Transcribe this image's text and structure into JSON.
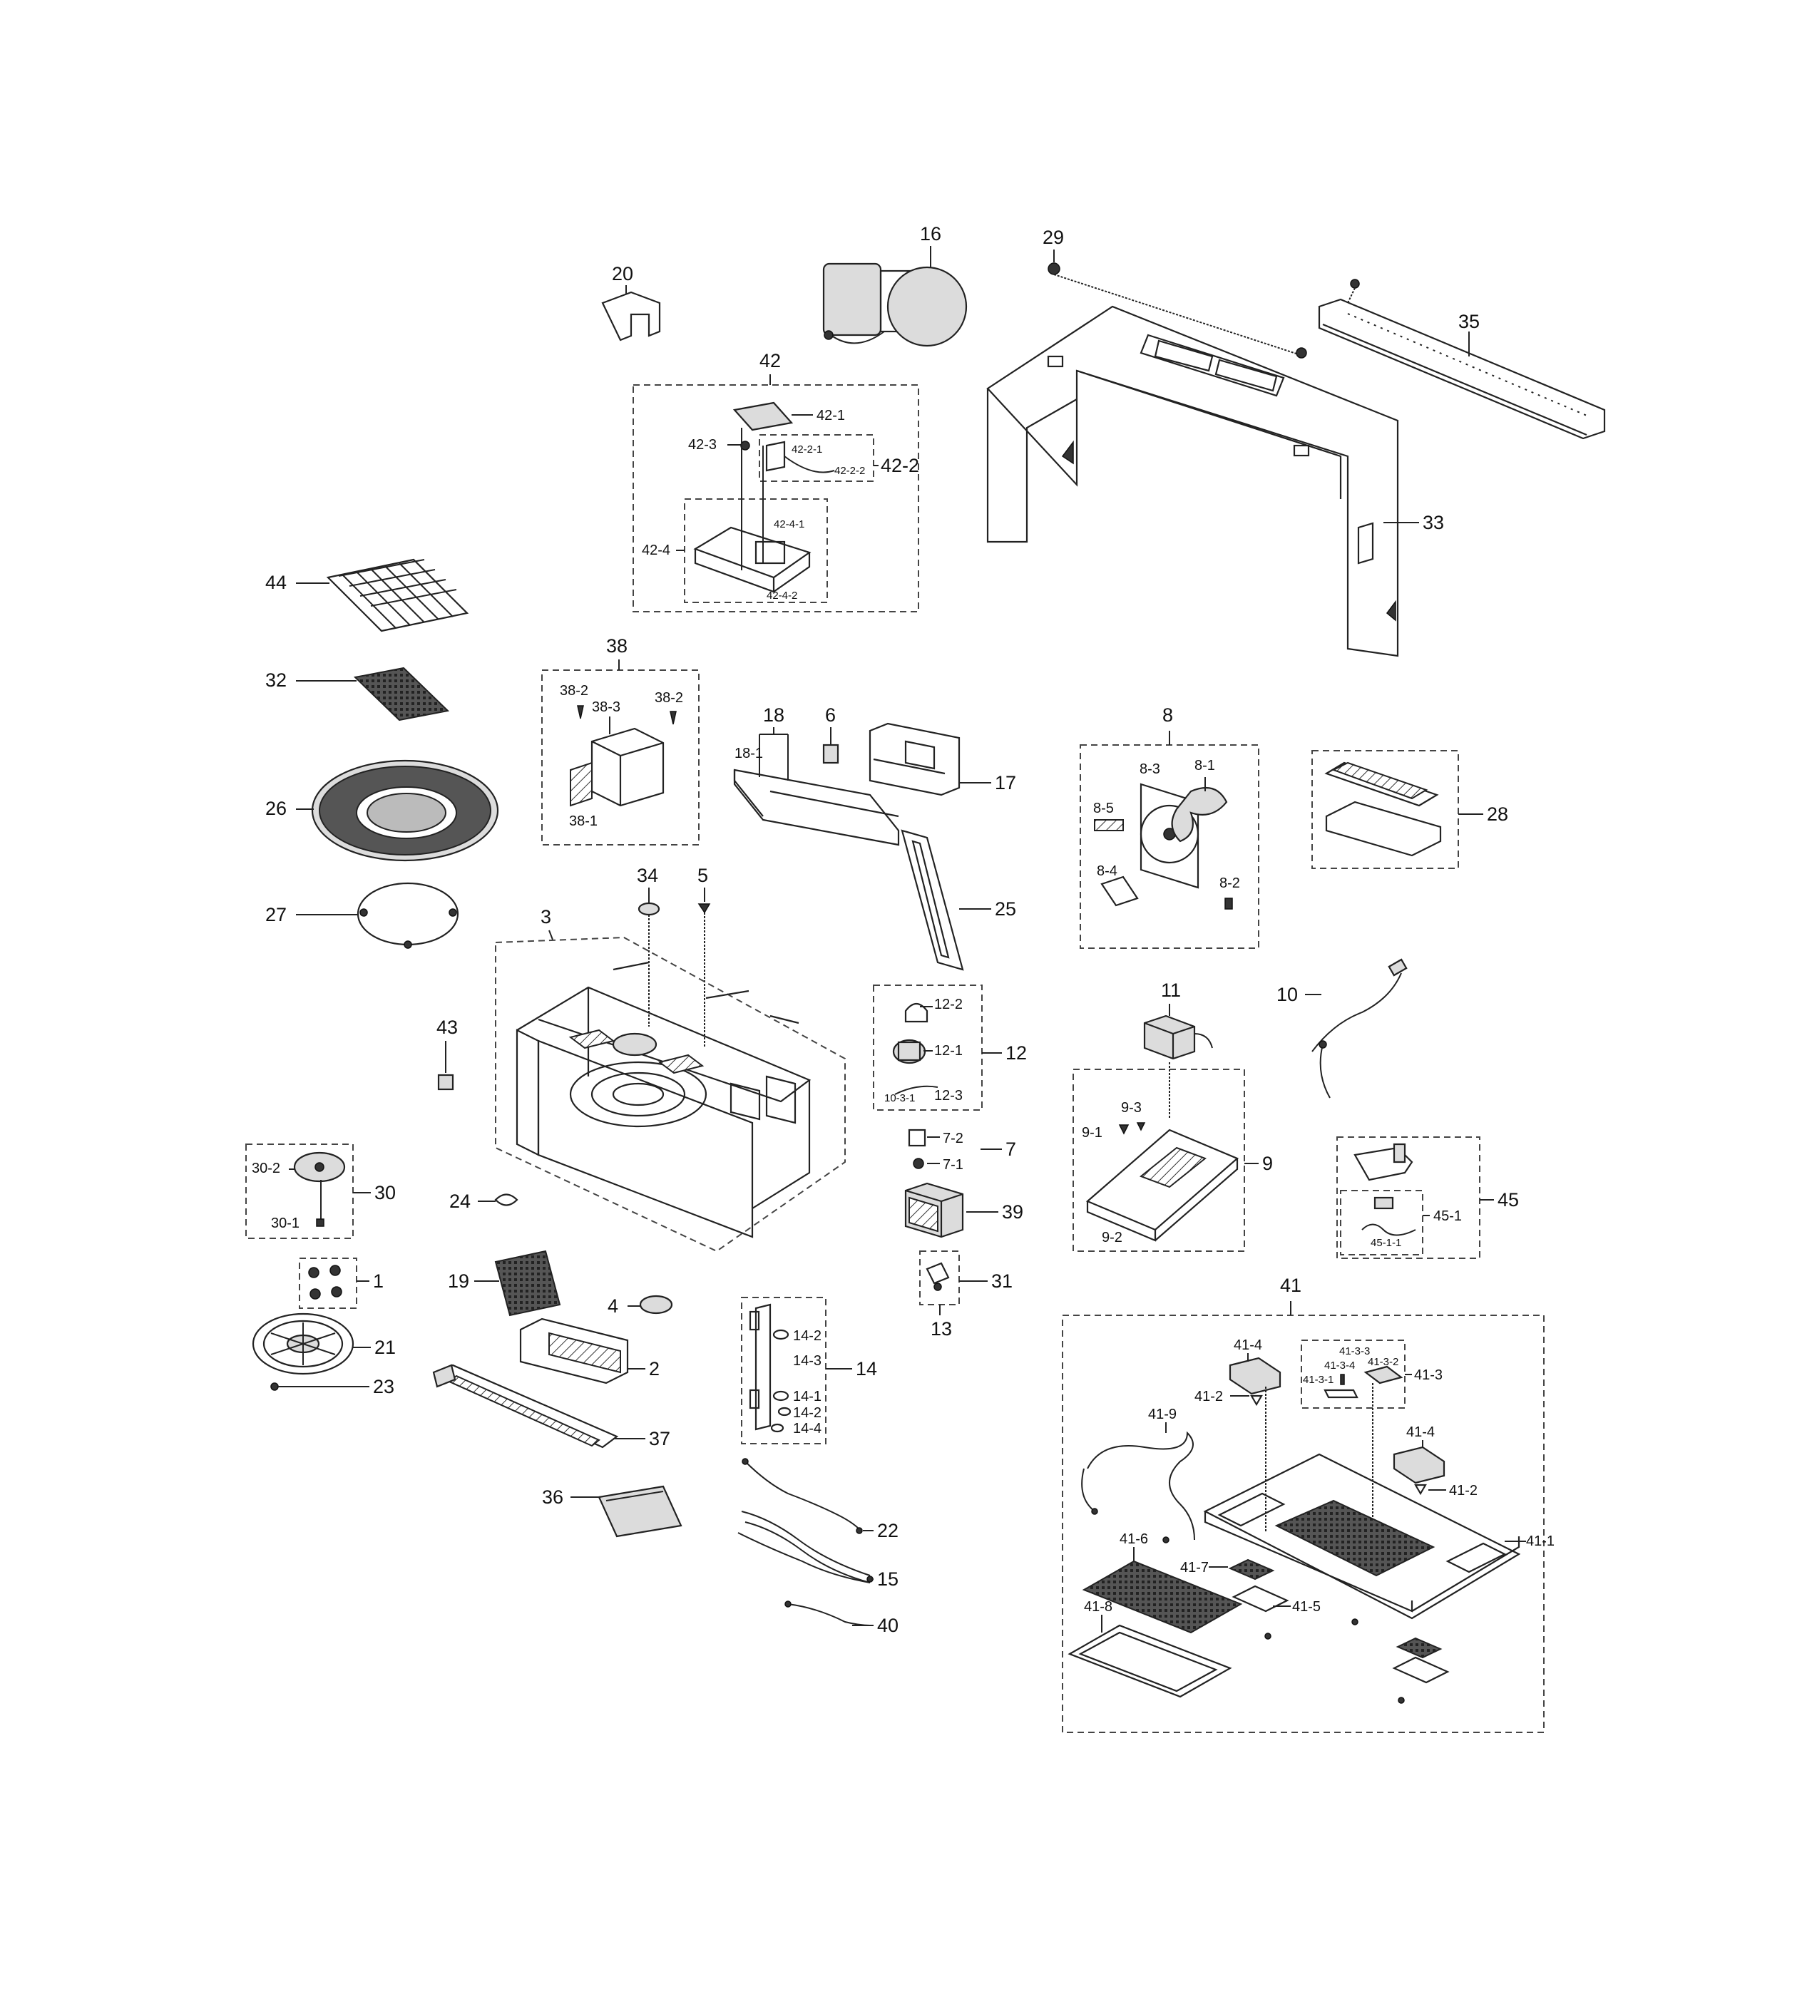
{
  "diagram": {
    "type": "exploded parts diagram",
    "labels": {
      "p16": "16",
      "p29": "29",
      "p20": "20",
      "p35": "35",
      "p42": "42",
      "p42_1": "42-1",
      "p42_3": "42-3",
      "p42_2_1": "42-2-1",
      "p42_2": "42-2",
      "p42_2_2": "42-2-2",
      "p42_4": "42-4",
      "p42_4_1": "42-4-1",
      "p42_4_2": "42-4-2",
      "p33": "33",
      "p44": "44",
      "p32": "32",
      "p38": "38",
      "p38_2a": "38-2",
      "p38_2b": "38-2",
      "p38_3": "38-3",
      "p38_1": "38-1",
      "p18": "18",
      "p18_1": "18-1",
      "p6": "6",
      "p17": "17",
      "p8": "8",
      "p8_1": "8-1",
      "p8_3": "8-3",
      "p8_5": "8-5",
      "p8_4": "8-4",
      "p8_2": "8-2",
      "p28": "28",
      "p26": "26",
      "p25": "25",
      "p34": "34",
      "p5": "5",
      "p27": "27",
      "p3": "3",
      "p11": "11",
      "p10": "10",
      "p12_2": "12-2",
      "p12_1": "12-1",
      "p12": "12",
      "p10_3_1": "10-3-1",
      "p12_3": "12-3",
      "p43": "43",
      "p9_3": "9-3",
      "p9_1": "9-1",
      "p9": "9",
      "p9_2": "9-2",
      "p7_2": "7-2",
      "p7_1": "7-1",
      "p7": "7",
      "p39": "39",
      "p30_2": "30-2",
      "p30": "30",
      "p30_1": "30-1",
      "p24": "24",
      "p45": "45",
      "p45_1": "45-1",
      "p45_1_1": "45-1-1",
      "p1": "1",
      "p19": "19",
      "p31": "31",
      "p13": "13",
      "p41": "41",
      "p4": "4",
      "p21": "21",
      "p2": "2",
      "p23": "23",
      "p14_2a": "14-2",
      "p14_3": "14-3",
      "p14": "14",
      "p14_1": "14-1",
      "p14_2b": "14-2",
      "p14_4": "14-4",
      "p37": "37",
      "p41_4a": "41-4",
      "p41_3_3": "41-3-3",
      "p41_3_2": "41-3-2",
      "p41_3_4": "41-3-4",
      "p41_3_1": "41-3-1",
      "p41_3": "41-3",
      "p41_2a": "41-2",
      "p41_9": "41-9",
      "p41_4b": "41-4",
      "p41_2b": "41-2",
      "p41_1": "41-1",
      "p36": "36",
      "p22": "22",
      "p15": "15",
      "p41_6": "41-6",
      "p41_7": "41-7",
      "p41_5": "41-5",
      "p41_8": "41-8",
      "p40": "40"
    }
  }
}
